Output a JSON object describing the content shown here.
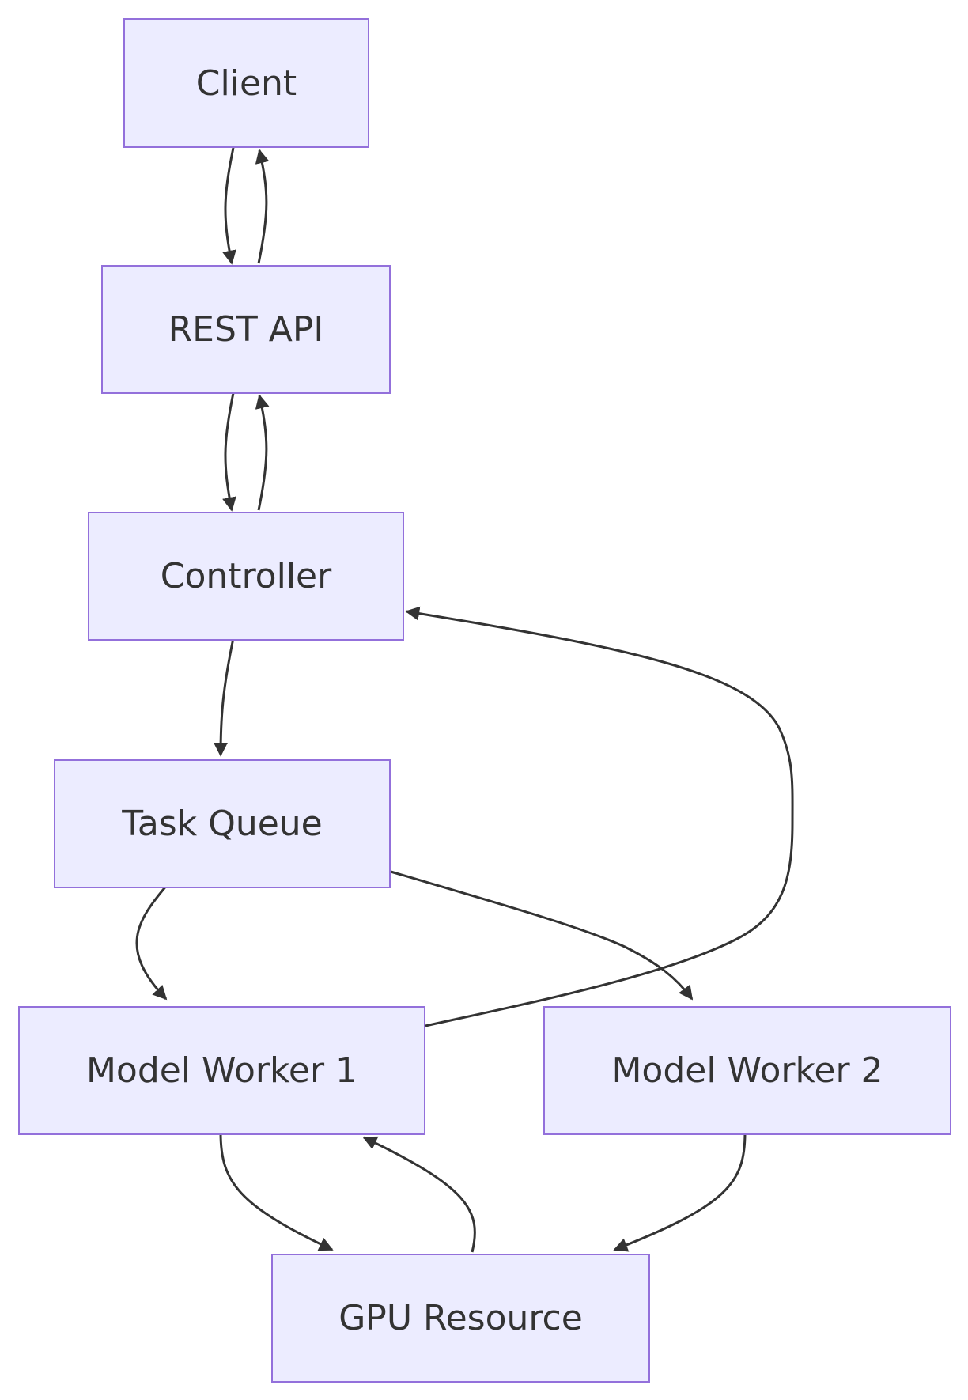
{
  "diagram": {
    "nodes": {
      "client": "Client",
      "rest_api": "REST API",
      "controller": "Controller",
      "task_queue": "Task Queue",
      "model_worker_1": "Model Worker 1",
      "model_worker_2": "Model Worker 2",
      "gpu_resource": "GPU Resource"
    },
    "edges": [
      {
        "from": "client",
        "to": "rest_api"
      },
      {
        "from": "rest_api",
        "to": "client"
      },
      {
        "from": "rest_api",
        "to": "controller"
      },
      {
        "from": "controller",
        "to": "rest_api"
      },
      {
        "from": "controller",
        "to": "task_queue"
      },
      {
        "from": "task_queue",
        "to": "model_worker_1"
      },
      {
        "from": "task_queue",
        "to": "model_worker_2"
      },
      {
        "from": "model_worker_1",
        "to": "controller"
      },
      {
        "from": "model_worker_1",
        "to": "gpu_resource"
      },
      {
        "from": "gpu_resource",
        "to": "model_worker_1"
      },
      {
        "from": "model_worker_2",
        "to": "gpu_resource"
      }
    ],
    "colors": {
      "node_fill": "#ECECFF",
      "node_border": "#9370DB",
      "text": "#333333",
      "edge": "#333333"
    }
  }
}
